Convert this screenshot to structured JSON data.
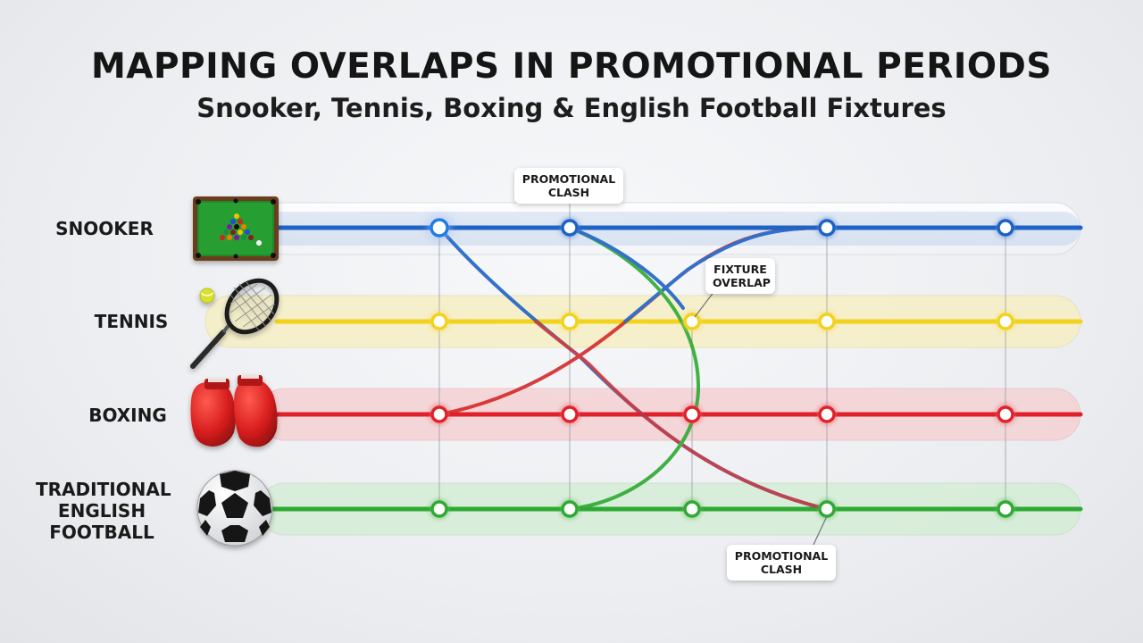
{
  "header": {
    "title": "MAPPING OVERLAPS IN PROMOTIONAL PERIODS",
    "subtitle": "Snooker, Tennis, Boxing & English Football Fixtures"
  },
  "sports": [
    {
      "key": "snooker",
      "label_lines": [
        "SNOOKER"
      ],
      "icon": "snooker-table-icon",
      "color": "#1f63c6"
    },
    {
      "key": "tennis",
      "label_lines": [
        "TENNIS"
      ],
      "icon": "tennis-racket-icon",
      "color": "#f2d21a"
    },
    {
      "key": "boxing",
      "label_lines": [
        "BOXING"
      ],
      "icon": "boxing-gloves-icon",
      "color": "#e0202a"
    },
    {
      "key": "football",
      "label_lines": [
        "TRADITIONAL",
        "ENGLISH",
        "FOOTBALL"
      ],
      "icon": "football-icon",
      "color": "#2eaa33"
    }
  ],
  "callouts": {
    "promo_top": [
      "PROMOTIONAL",
      "CLASH"
    ],
    "fixture_overlap": [
      "FIXTURE",
      "OVERLAP"
    ],
    "promo_bottom": [
      "PROMOTIONAL",
      "CLASH"
    ]
  },
  "colors": {
    "snooker": "#1f63c6",
    "tennis": "#f2d21a",
    "boxing": "#e0202a",
    "football": "#2eaa33"
  }
}
